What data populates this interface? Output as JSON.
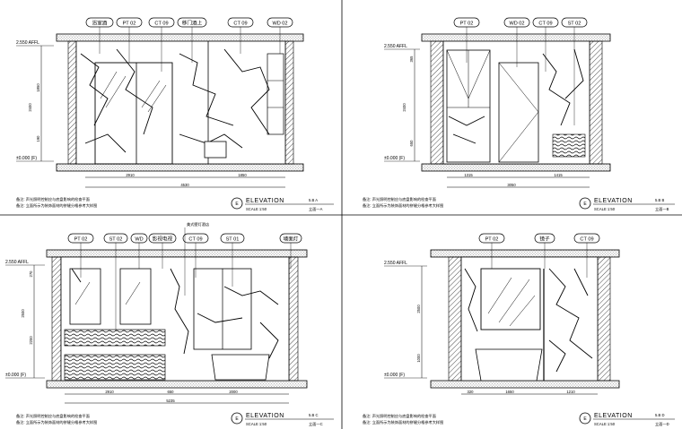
{
  "sheet_title": "ELEVATION",
  "panels": [
    {
      "id": "A",
      "tags": [
        "浴室酒",
        "PT 02",
        "CT 09",
        "移门酒上",
        "CT 09",
        "WD 02"
      ],
      "levels": [
        "2.550 AFFL",
        "±0.000 (F)"
      ],
      "vdims": [
        "1850",
        "2400",
        "190"
      ],
      "hdims": [
        "2910",
        "1850"
      ],
      "hdim_total": "4530",
      "ref": "E",
      "scale": "SCALE 1:50",
      "sheet_no": "5.B A",
      "drawing": "立面—A",
      "notes": [
        "备注: 声光照明控制应与底盘影响的检查平面",
        "备注: 立面所示为装饰面材的拼缝分格参考大样图"
      ]
    },
    {
      "id": "B",
      "tags": [
        "PT 02",
        "WD 02",
        "CT 09",
        "ST 02"
      ],
      "levels": [
        "2.550 AFFL",
        "±0.000 (F)"
      ],
      "vdims": [
        "365",
        "2400",
        "650"
      ],
      "hdims": [
        "1315",
        "1415"
      ],
      "hdim_total": "3050",
      "ref": "E",
      "scale": "SCALE 1:50",
      "sheet_no": "5.B B",
      "drawing": "立面—B",
      "notes": [
        "备注: 声光照明控制应与底盘影响的检查平面",
        "备注: 立面所示为装饰面材的拼缝分格参考大样图"
      ]
    },
    {
      "id": "C",
      "tags": [
        "PT 02",
        "ST 02",
        "WD",
        "影视电视",
        "CT 09",
        "ST 01",
        "墙面灯"
      ],
      "callout": "美式壁灯酒店",
      "levels": [
        "2.550 AFFL",
        "±0.000 (F)"
      ],
      "vdims": [
        "270",
        "2500",
        "2200"
      ],
      "hdims": [
        "2910",
        "650",
        "2000"
      ],
      "hdim_total": "5235",
      "ref": "E",
      "scale": "SCALE 1:50",
      "sheet_no": "5.B C",
      "drawing": "立面—C",
      "notes": [
        "备注: 声光照明控制应与底盘影响的检查平面",
        "备注: 立面所示为装饰面材的拼缝分格参考大样图"
      ]
    },
    {
      "id": "D",
      "tags": [
        "PT 02",
        "镜子",
        "CT 09"
      ],
      "levels": [
        "2.550 AFFL",
        "±0.000 (F)"
      ],
      "vdims": [
        "2500",
        "1000"
      ],
      "hdims": [
        "320",
        "1650",
        "1210"
      ],
      "hdim_total": "",
      "ref": "E",
      "scale": "SCALE 1:50",
      "sheet_no": "5.B D",
      "drawing": "立面—D",
      "notes": [
        "备注: 声光照明控制应与底盘影响的检查平面",
        "备注: 立面所示为装饰面材的拼缝分格参考大样图"
      ]
    }
  ]
}
